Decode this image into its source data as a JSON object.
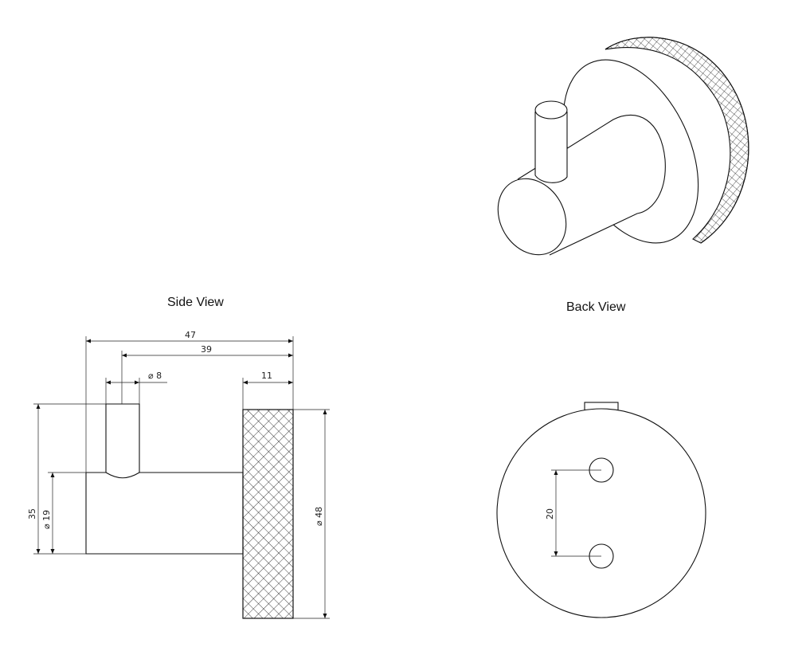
{
  "titles": {
    "side_view": "Side View",
    "back_view": "Back View"
  },
  "dimensions": {
    "overall_length": "47",
    "arm_length": "39",
    "pin_diameter": "⌀ 8",
    "rosette_thickness": "11",
    "overall_height": "35",
    "arm_diameter": "⌀ 19",
    "rosette_diameter": "⌀ 48",
    "hole_spacing": "20"
  },
  "colors": {
    "line": "#111111",
    "background": "#ffffff"
  }
}
